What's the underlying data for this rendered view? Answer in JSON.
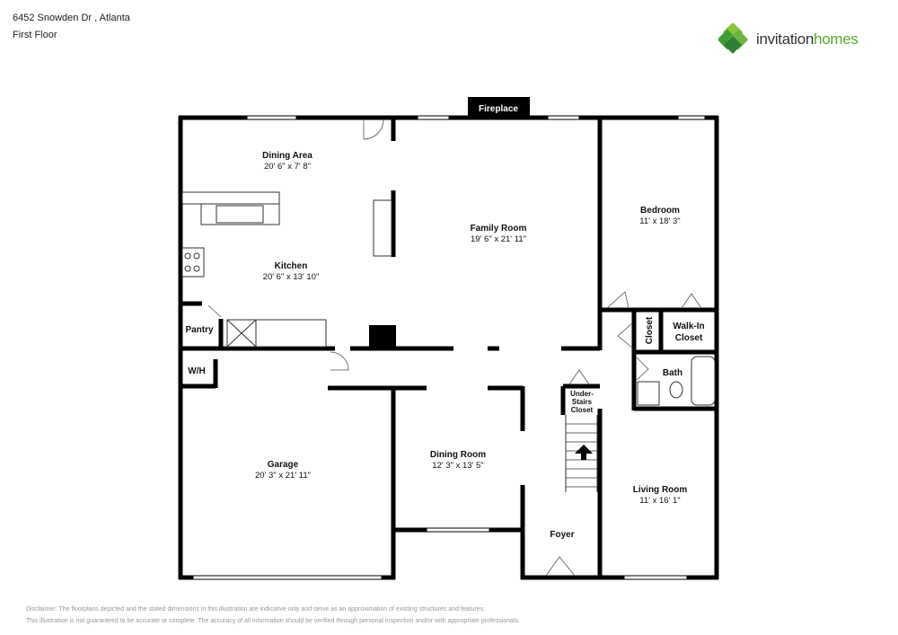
{
  "header": {
    "address": "6452 Snowden Dr , Atlanta",
    "floor": "First Floor"
  },
  "logo": {
    "word1": "invitation",
    "word2": "homes",
    "brand_color": "#5aa832"
  },
  "rooms": {
    "dining_area": {
      "name": "Dining Area",
      "dim": "20' 6\" x 7' 8\""
    },
    "kitchen": {
      "name": "Kitchen",
      "dim": "20' 6\" x 13' 10\""
    },
    "family_room": {
      "name": "Family Room",
      "dim": "19' 6\" x 21' 11\""
    },
    "bedroom": {
      "name": "Bedroom",
      "dim": "11' x 18' 3\""
    },
    "garage": {
      "name": "Garage",
      "dim": "20' 3\" x 21' 11\""
    },
    "dining_room": {
      "name": "Dining Room",
      "dim": "12' 3\" x 13' 5\""
    },
    "living_room": {
      "name": "Living Room",
      "dim": "11' x 16' 1\""
    },
    "pantry": {
      "name": "Pantry"
    },
    "wh": {
      "name": "W/H"
    },
    "closet": {
      "name": "Closet"
    },
    "walkin1": {
      "name": "Walk-In"
    },
    "walkin2": {
      "name": "Closet"
    },
    "bath": {
      "name": "Bath"
    },
    "under1": {
      "name": "Under-"
    },
    "under2": {
      "name": "Stairs"
    },
    "under3": {
      "name": "Closet"
    },
    "foyer": {
      "name": "Foyer"
    },
    "fireplace": {
      "name": "Fireplace"
    }
  },
  "disclaimer": {
    "line1": "Disclaimer: The floorplans depicted and the stated dimensions in this illustration are indicative only and serve as an approximation of existing structures and features.",
    "line2": "This illustration is not guaranteed to be accurate or complete. The accuracy of all information should be verified through personal inspection and/or with appropriate professionals."
  }
}
